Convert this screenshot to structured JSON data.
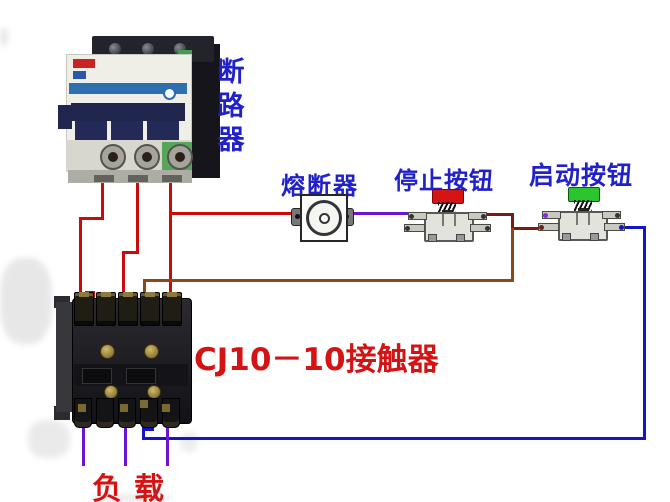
{
  "colors": {
    "label-blue": "#2121cc",
    "label-red": "#d41414",
    "wire-red": "#cc0a0a",
    "wire-purple": "#6a14d4",
    "wire-maroon": "#7a1a10",
    "wire-brown": "#8a4a18",
    "wire-blue": "#1515c8",
    "cap-red": "#d51515",
    "cap-green": "#2ac52f"
  },
  "components": {
    "breaker": {
      "name": "断路器",
      "chars": [
        "断",
        "路",
        "器"
      ]
    },
    "fuse": {
      "name": "熔断器"
    },
    "stop_button": {
      "name": "停止按钮"
    },
    "start_button": {
      "name": "启动按钮"
    },
    "contactor": {
      "name": "CJ10－10接触器"
    },
    "load": {
      "name": "负载"
    }
  }
}
